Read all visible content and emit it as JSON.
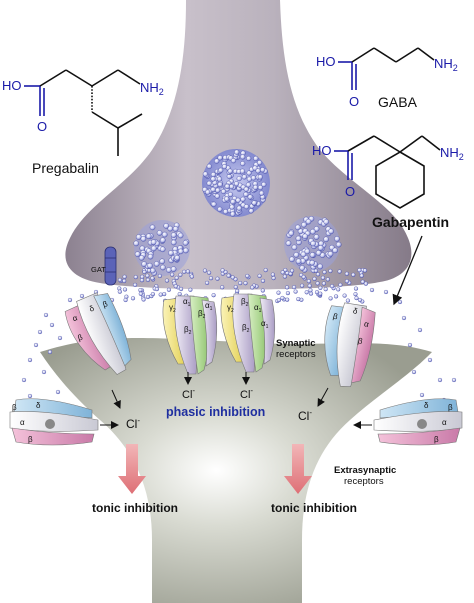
{
  "molecules": {
    "pregabalin": {
      "name": "Pregabalin",
      "hydroxyl": "HO",
      "carbonyl_o": "O",
      "amine": "NH",
      "amine_sub": "2"
    },
    "gaba": {
      "name": "GABA",
      "hydroxyl": "HO",
      "carbonyl_o": "O",
      "amine": "NH",
      "amine_sub": "2"
    },
    "gabapentin": {
      "name": "Gabapentin",
      "hydroxyl": "HO",
      "carbonyl_o": "O",
      "amine": "NH",
      "amine_sub": "2"
    }
  },
  "labels": {
    "gat": "GAT",
    "synaptic_1": "Synaptic",
    "synaptic_2": "receptors",
    "extrasynaptic_1": "Extrasynaptic",
    "extrasynaptic_2": "receptors",
    "phasic": "phasic inhibition",
    "tonic_left": "tonic inhibition",
    "tonic_right": "tonic inhibition",
    "cl": "Cl",
    "cl_sup": "-"
  },
  "subunits": {
    "alpha": "α",
    "beta": "β",
    "gamma": "γ",
    "delta": "δ",
    "sub1": "1",
    "sub2": "2"
  },
  "colors": {
    "neuron_top": "#a79dab",
    "neuron_bottom": "#b3b6a8",
    "vesicle": "#7a80c8",
    "gaba_dot": "#5b63b8",
    "arrow": "#e07b80",
    "chem_blue": "#1a1aa8"
  }
}
